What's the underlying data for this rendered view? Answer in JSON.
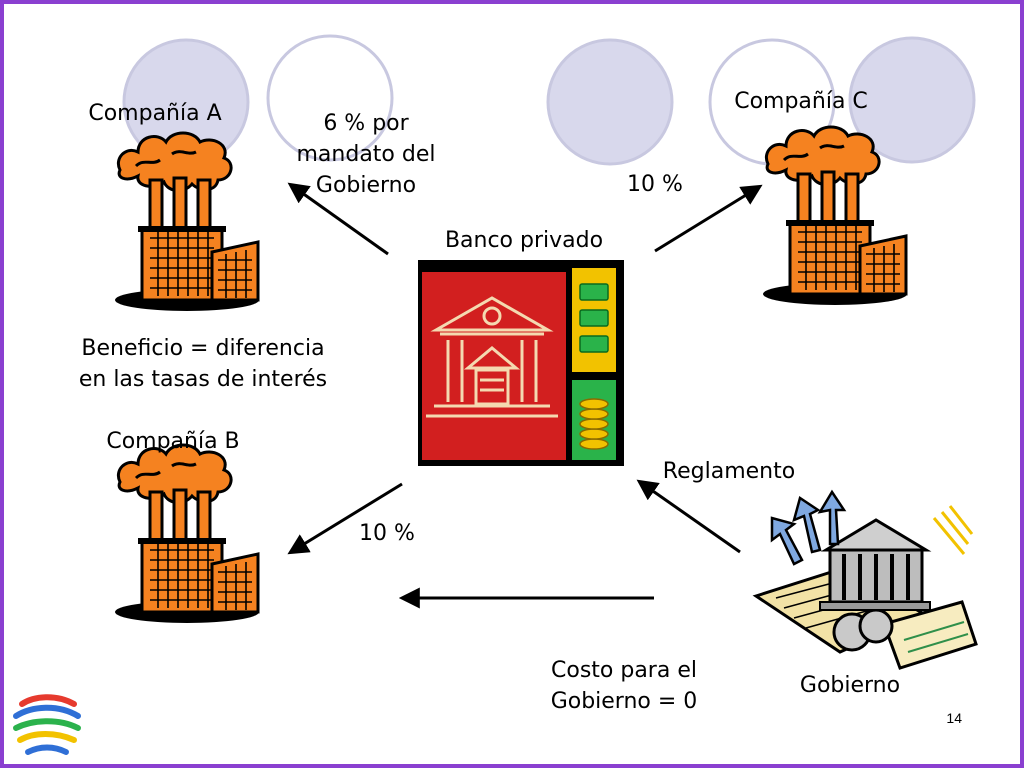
{
  "slide": {
    "page_number": "14",
    "colors": {
      "border": "#8a3fd0",
      "circle_fill": "#d8d8ec",
      "circle_stroke": "#c8c8e0",
      "factory_orange": "#f58220",
      "smoke": "#e07a10"
    }
  },
  "labels": {
    "company_a": "Compañía A",
    "company_b": "Compañía B",
    "company_c": "Compañía C",
    "mandate_line1": "6 % por",
    "mandate_line2": "mandato del",
    "mandate_line3": "Gobierno",
    "rate_c": "10 %",
    "rate_b": "10 %",
    "bank": "Banco privado",
    "profit_line1": "Beneficio = diferencia",
    "profit_line2": "en las tasas de interés",
    "regulation": "Reglamento",
    "cost_line1": "Costo para el",
    "cost_line2": "Gobierno = 0",
    "government": "Gobierno"
  },
  "icons": {
    "factory": "factory-icon",
    "bank": "bank-building-icon",
    "government": "government-building-icon",
    "logo": "wto-logo-icon"
  }
}
